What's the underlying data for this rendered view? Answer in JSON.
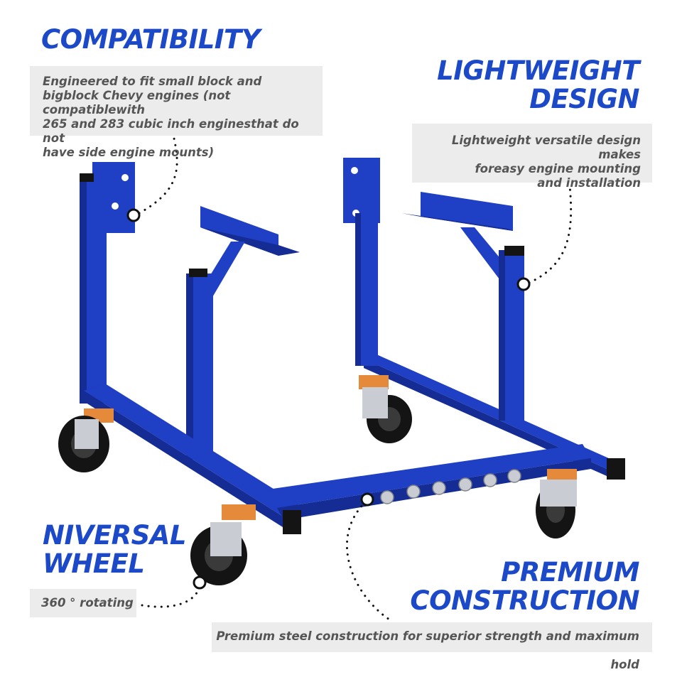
{
  "features": {
    "compatibility": {
      "title": "COMPATIBILITY",
      "lines": [
        "Engineered to fit small block and",
        "bigblock Chevy engines (not compatiblewith",
        "265 and 283 cubic inch enginesthat do not",
        "have side engine mounts)"
      ]
    },
    "lightweight": {
      "title_lines": [
        "LIGHTWEIGHT",
        "DESIGN"
      ],
      "lines": [
        "Lightweight versatile design makes",
        "foreasy engine mounting",
        "and installation"
      ]
    },
    "wheel": {
      "title_lines": [
        "NIVERSAL",
        "WHEEL"
      ],
      "desc": "360 ° rotating"
    },
    "premium": {
      "title_lines": [
        "PREMIUM",
        "CONSTRUCTION"
      ],
      "desc": "Premium steel construction for superior strength and maximum hold"
    }
  },
  "colors": {
    "heading": "#1b49c8",
    "frame": "#1f3fc4",
    "frame_dark": "#142c94",
    "box_bg": "#ececec",
    "box_text": "#555555"
  },
  "product": {
    "icon": "engine-stand-image"
  }
}
